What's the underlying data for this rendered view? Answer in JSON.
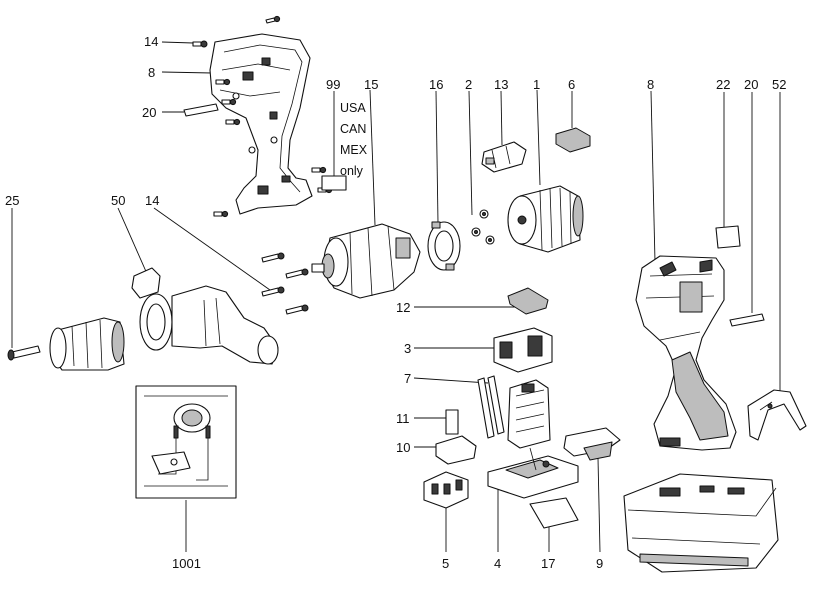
{
  "diagram": {
    "labels": {
      "p14a": "14",
      "p8a": "8",
      "p20a": "20",
      "p99": "99",
      "p15": "15",
      "p16": "16",
      "p2": "2",
      "p13": "13",
      "p1": "1",
      "p6": "6",
      "p8b": "8",
      "p22": "22",
      "p20b": "20",
      "p52": "52",
      "p25": "25",
      "p50": "50",
      "p14b": "14",
      "p12": "12",
      "p3": "3",
      "p7": "7",
      "p11": "11",
      "p10": "10",
      "p5": "5",
      "p4": "4",
      "p17": "17",
      "p9": "9",
      "p1001": "1001"
    },
    "note": [
      "USA",
      "CAN",
      "MEX",
      "only"
    ]
  }
}
